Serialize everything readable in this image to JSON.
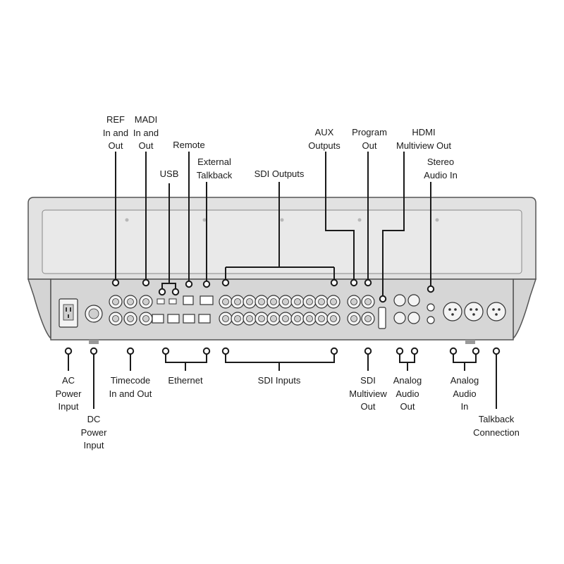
{
  "labels_top": [
    {
      "id": "ref",
      "lines": [
        "REF",
        "In and",
        "Out"
      ]
    },
    {
      "id": "madi",
      "lines": [
        "MADI",
        "In and",
        "Out"
      ]
    },
    {
      "id": "usb",
      "lines": [
        "USB"
      ]
    },
    {
      "id": "remote",
      "lines": [
        "Remote"
      ]
    },
    {
      "id": "external-talkback",
      "lines": [
        "External",
        "Talkback"
      ]
    },
    {
      "id": "sdi-outputs",
      "lines": [
        "SDI Outputs"
      ]
    },
    {
      "id": "aux-outputs",
      "lines": [
        "AUX",
        "Outputs"
      ]
    },
    {
      "id": "program-out",
      "lines": [
        "Program",
        "Out"
      ]
    },
    {
      "id": "hdmi-multiview-out",
      "lines": [
        "HDMI",
        "Multiview Out"
      ]
    },
    {
      "id": "stereo-audio-in",
      "lines": [
        "Stereo",
        "Audio In"
      ]
    }
  ],
  "labels_bottom": [
    {
      "id": "ac-power-input",
      "lines": [
        "AC",
        "Power",
        "Input"
      ]
    },
    {
      "id": "dc-power-input",
      "lines": [
        "DC",
        "Power",
        "Input"
      ]
    },
    {
      "id": "timecode-in-out",
      "lines": [
        "Timecode",
        "In and Out"
      ]
    },
    {
      "id": "ethernet",
      "lines": [
        "Ethernet"
      ]
    },
    {
      "id": "sdi-inputs",
      "lines": [
        "SDI Inputs"
      ]
    },
    {
      "id": "sdi-multiview-out",
      "lines": [
        "SDI",
        "Multiview",
        "Out"
      ]
    },
    {
      "id": "analog-audio-out",
      "lines": [
        "Analog",
        "Audio",
        "Out"
      ]
    },
    {
      "id": "analog-audio-in",
      "lines": [
        "Analog",
        "Audio",
        "In"
      ]
    },
    {
      "id": "talkback-connection",
      "lines": [
        "Talkback",
        "Connection"
      ]
    }
  ],
  "colors": {
    "line": "#1a1a1a",
    "panel": "#dcdcdc",
    "panel_dark": "#bdbdbd",
    "port": "#f4f4f4"
  }
}
